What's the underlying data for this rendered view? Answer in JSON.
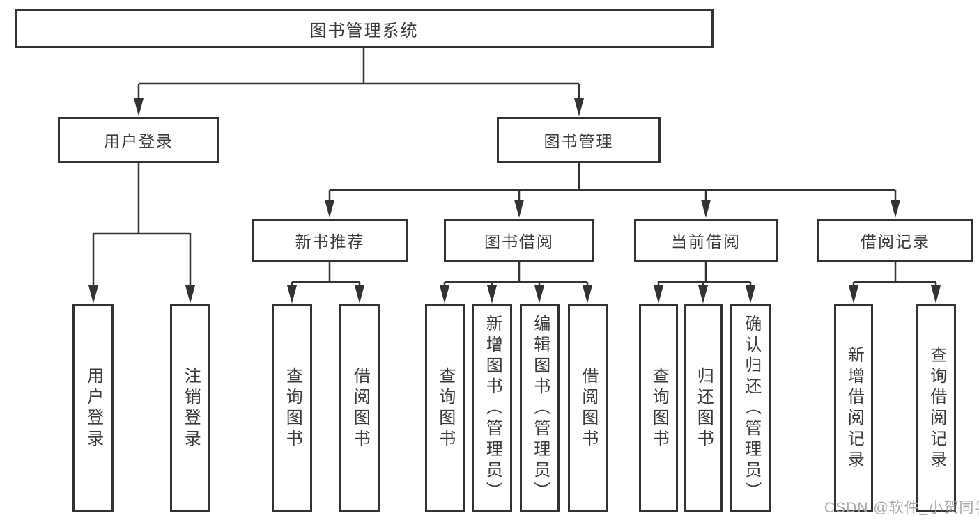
{
  "diagram_type": "hierarchy-tree",
  "colors": {
    "border": "#333333",
    "line": "#333333",
    "text": "#3a3a3a",
    "watermark": "#a8a8a8",
    "background": "#ffffff"
  },
  "tree": {
    "root": {
      "label": "图书管理系统",
      "children": [
        {
          "label": "用户登录",
          "children": [
            {
              "label": "用户登录"
            },
            {
              "label": "注销登录"
            }
          ]
        },
        {
          "label": "图书管理",
          "children": [
            {
              "label": "新书推荐",
              "children": [
                {
                  "label": "查询图书"
                },
                {
                  "label": "借阅图书"
                }
              ]
            },
            {
              "label": "图书借阅",
              "children": [
                {
                  "label": "查询图书"
                },
                {
                  "label": "新增图书（管理员）"
                },
                {
                  "label": "编辑图书（管理员）"
                },
                {
                  "label": "借阅图书"
                }
              ]
            },
            {
              "label": "当前借阅",
              "children": [
                {
                  "label": "查询图书"
                },
                {
                  "label": "归还图书"
                },
                {
                  "label": "确认归还（管理员）"
                }
              ]
            },
            {
              "label": "借阅记录",
              "children": [
                {
                  "label": "新增借阅记录"
                },
                {
                  "label": "查询借阅记录"
                }
              ]
            }
          ]
        }
      ]
    }
  },
  "watermark": {
    "text": "CSDN @软件_小贺同学"
  }
}
